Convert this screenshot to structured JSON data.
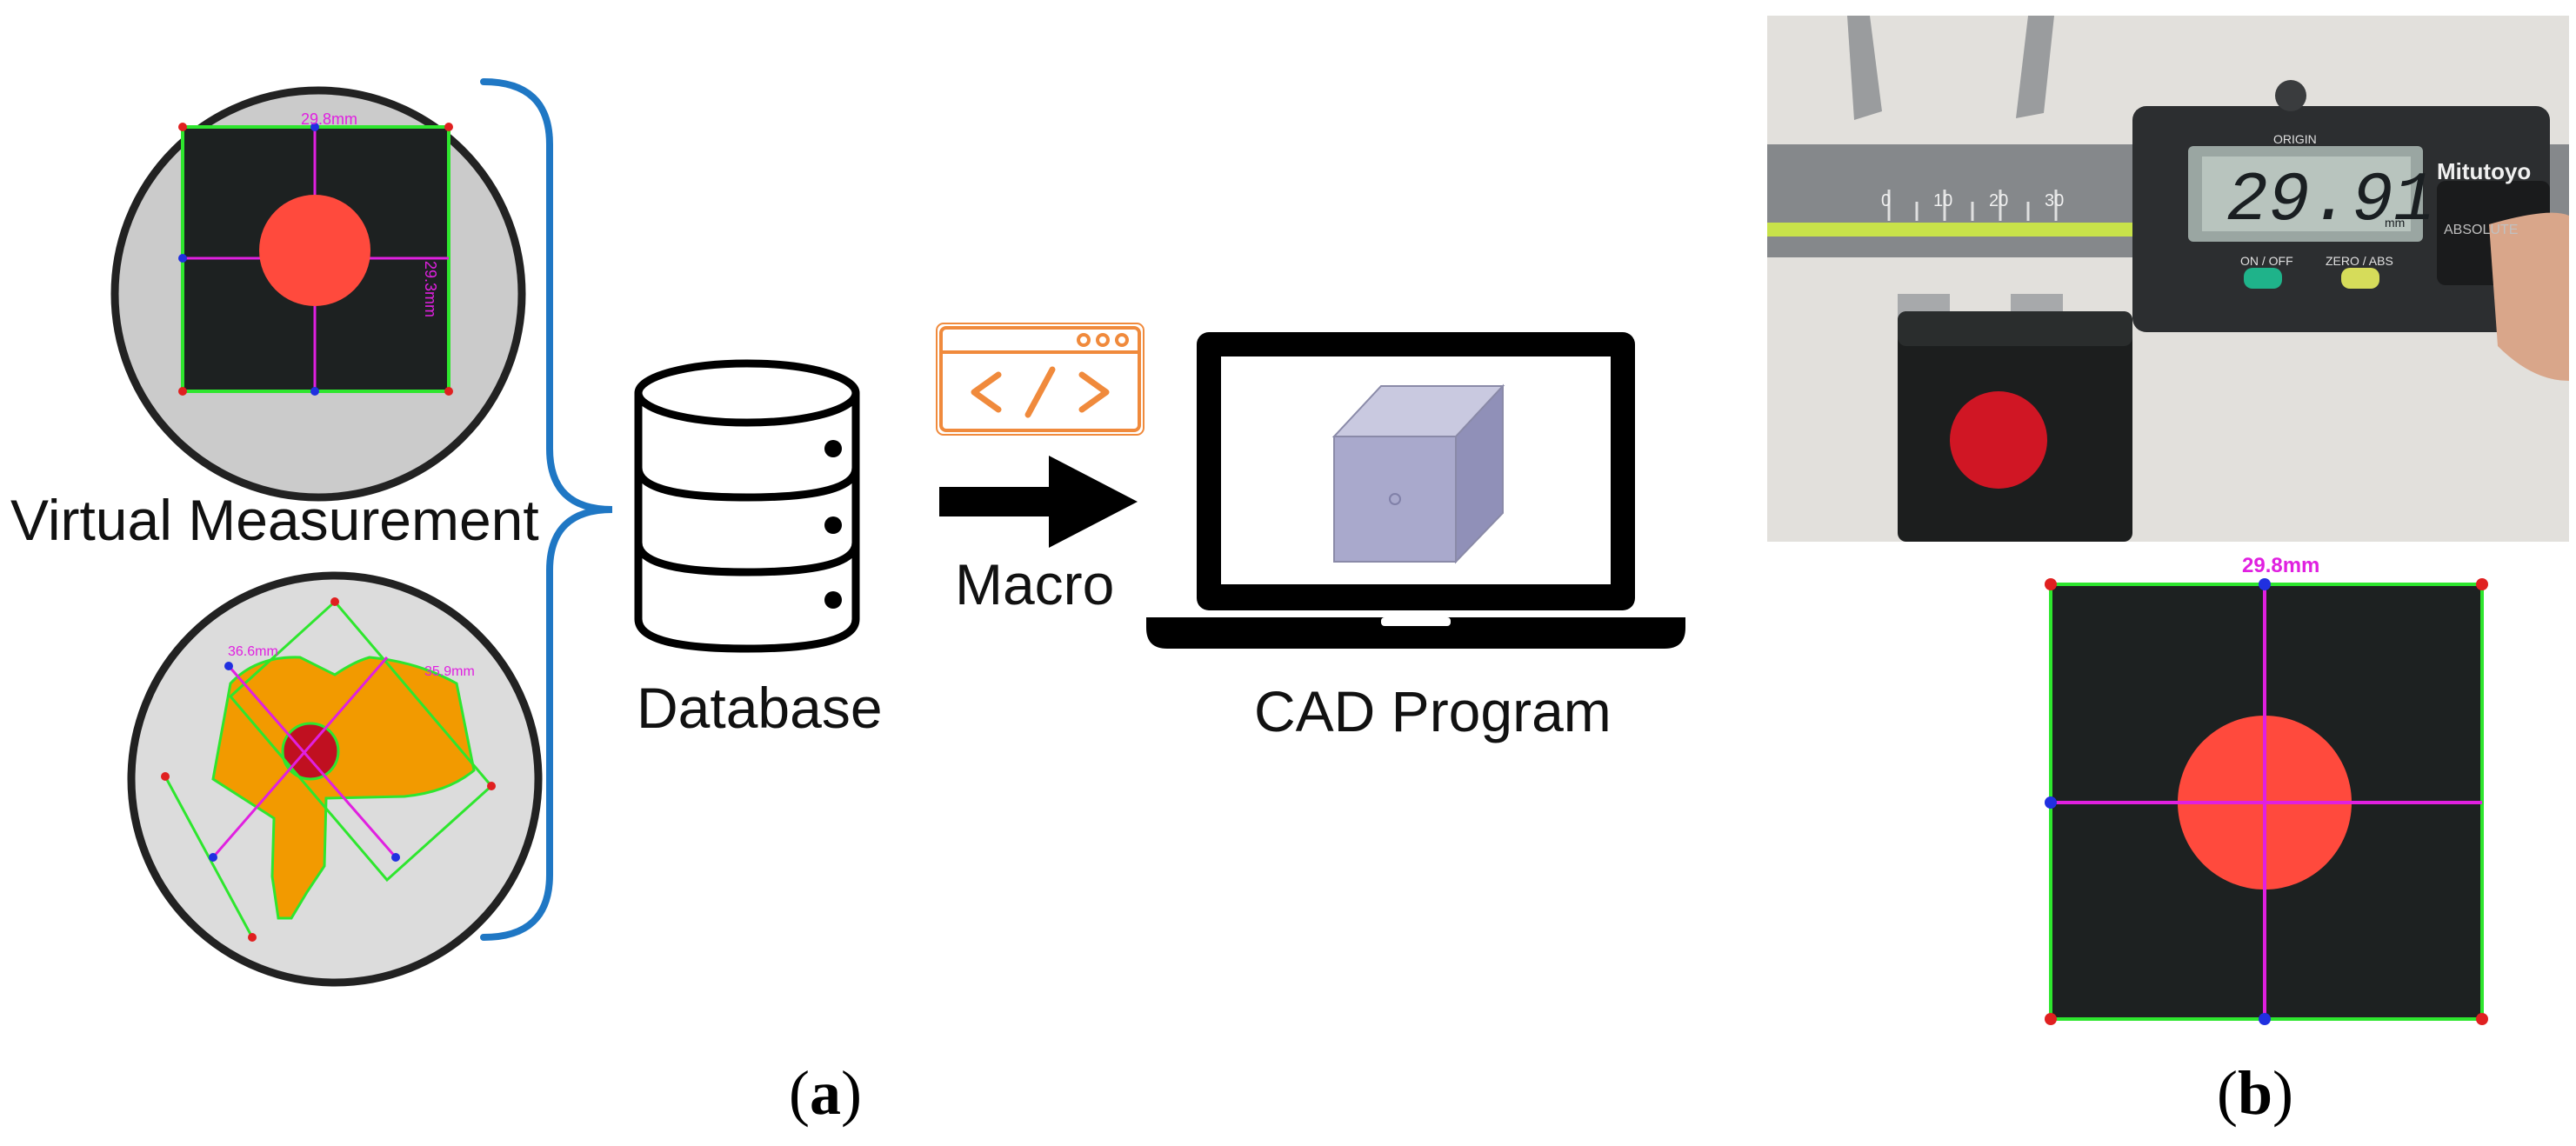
{
  "panel_a": {
    "label_open": "(",
    "label_letter": "a",
    "label_close": ")",
    "virtual_measurement_label": "Virtual Measurement",
    "database_label": "Database",
    "macro_label": "Macro",
    "cad_program_label": "CAD Program",
    "top_sample": {
      "width_label": "29.8mm",
      "height_label": "29.3mm"
    },
    "bottom_sample": {
      "left_label": "36.6mm",
      "right_label": "35.9mm"
    },
    "icons": [
      "database-icon",
      "code-window-icon",
      "right-arrow-icon",
      "laptop-icon",
      "cube-icon"
    ]
  },
  "panel_b": {
    "label_open": "(",
    "label_letter": "b",
    "label_close": ")",
    "caliper": {
      "reading": "29.91",
      "unit": "mm",
      "brand": "Mitutoyo",
      "origin_label": "ORIGIN",
      "on_off_label": "ON / OFF",
      "zero_abs_label": "ZERO / ABS",
      "absolute_label": "ABSOLUTE",
      "scale_marks": [
        "0",
        "10",
        "20",
        "30"
      ]
    },
    "measured_label": "29.8mm"
  },
  "colors": {
    "bracket_blue": "#1f77c4",
    "macro_orange": "#f08a3c",
    "measure_green": "#2ee62e",
    "measure_magenta": "#e020e0",
    "dot_red": "#ff4a3d",
    "sample_black": "#1b1e1e",
    "part_orange": "#f29a00"
  }
}
